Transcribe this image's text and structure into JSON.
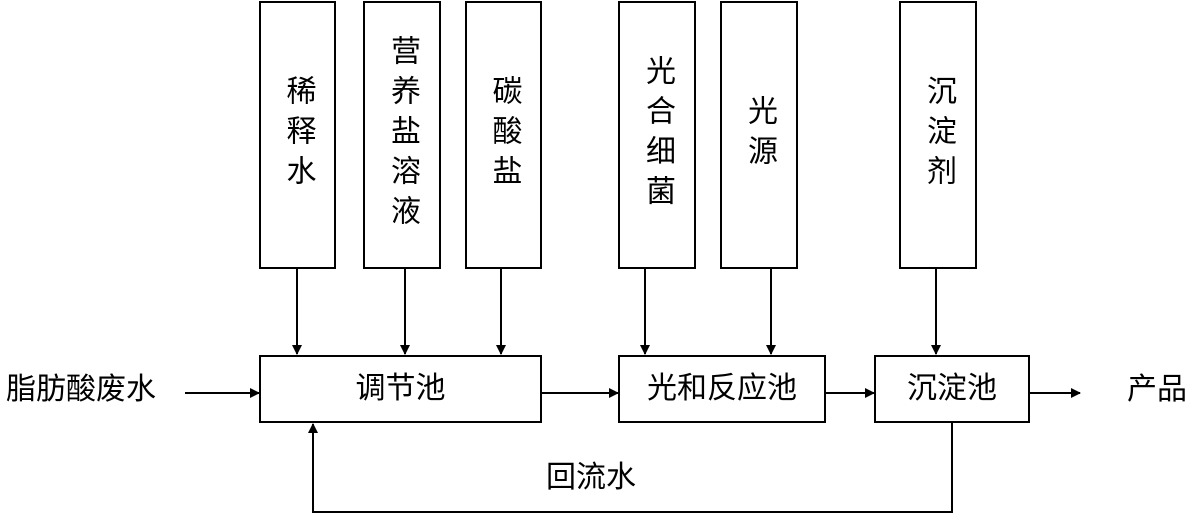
{
  "inputs": {
    "dilution_water": "稀释水",
    "nutrient_solution": "营养盐溶液",
    "carbonate": "碳酸盐",
    "photosynthetic_bacteria": "光合细菌",
    "light_source": "光源",
    "precipitant": "沉淀剂"
  },
  "process": {
    "regulating_tank": "调节池",
    "photoreaction_tank": "光和反应池",
    "sedimentation_tank": "沉淀池"
  },
  "flow": {
    "feed": "脂肪酸废水",
    "product": "产品",
    "return_water": "回流水"
  }
}
